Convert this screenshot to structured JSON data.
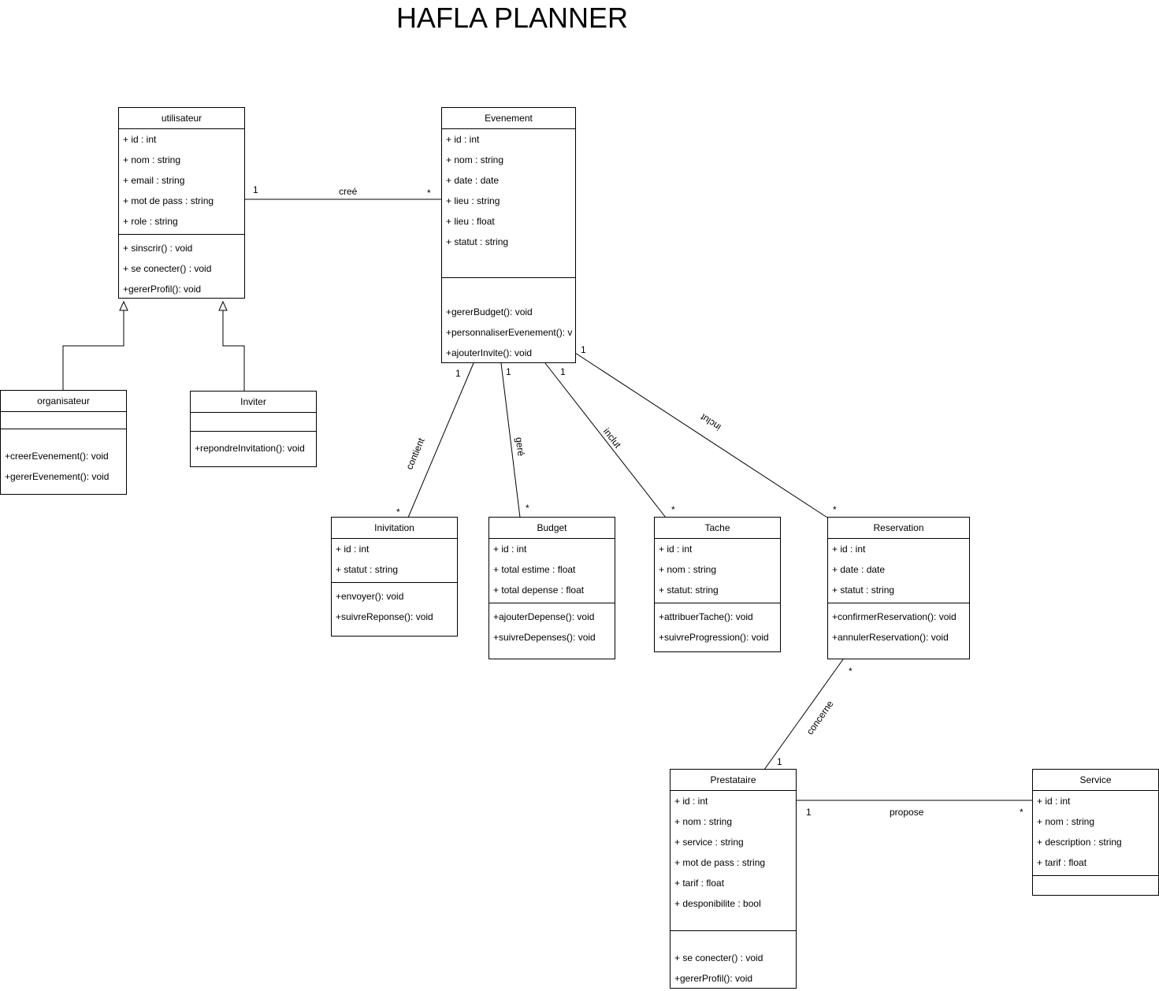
{
  "title": "HAFLA PLANNER",
  "classes": {
    "utilisateur": {
      "name": "utilisateur",
      "attributes": [
        "+ id : int",
        "+ nom : string",
        "+ email : string",
        "+ mot de pass : string",
        "+ role : string"
      ],
      "methods": [
        "+ sinscrir() : void",
        "+ se conecter() : void",
        " +gererProfil(): void"
      ]
    },
    "evenement": {
      "name": "Evenement",
      "attributes": [
        "+ id : int",
        "+ nom : string",
        "+ date : date",
        "+ lieu : string",
        "+ lieu : float",
        "+ statut : string"
      ],
      "methods": [
        "+gererBudget(): void",
        "+personnaliserEvenement(): v",
        "+ajouterInvite(): void"
      ]
    },
    "organisateur": {
      "name": "organisateur",
      "attributes": [],
      "methods": [
        "+creerEvenement(): void",
        "+gererEvenement(): void"
      ]
    },
    "inviter": {
      "name": "Inviter",
      "attributes": [],
      "methods": [
        "+repondreInvitation(): void"
      ]
    },
    "invitation": {
      "name": "Inivitation",
      "attributes": [
        "+ id : int",
        "+ statut : string"
      ],
      "methods": [
        " +envoyer(): void",
        "+suivreReponse(): void"
      ]
    },
    "budget": {
      "name": "Budget",
      "attributes": [
        "+ id : int",
        "+ total estime : float",
        "+ total depense : float"
      ],
      "methods": [
        " +ajouterDepense(): void",
        " +suivreDepenses(): void"
      ]
    },
    "tache": {
      "name": "Tache",
      "attributes": [
        "+ id : int",
        "+ nom : string",
        "+ statut: string"
      ],
      "methods": [
        "+attribuerTache(): void",
        "+suivreProgression(): void"
      ]
    },
    "reservation": {
      "name": "Reservation",
      "attributes": [
        "+ id : int",
        "+ date : date",
        "+ statut : string"
      ],
      "methods": [
        " +confirmerReservation(): void",
        "+annulerReservation(): void"
      ]
    },
    "prestataire": {
      "name": "Prestataire",
      "attributes": [
        "+ id : int",
        "+ nom : string",
        "+ service : string",
        "+ mot de pass : string",
        "+ tarif : float",
        "+ desponibilite : bool"
      ],
      "methods": [
        "+ se conecter() : void",
        " +gererProfil(): void"
      ]
    },
    "service": {
      "name": "Service",
      "attributes": [
        "+ id : int",
        "+ nom : string",
        "+ description : string",
        "+ tarif : float"
      ],
      "methods": []
    }
  },
  "associations": {
    "cree": {
      "label": "creé",
      "m1": "1",
      "m2": "*"
    },
    "contient": {
      "label": "contient",
      "m1": "1",
      "m2": "*"
    },
    "gere": {
      "label": "geré",
      "m1": "1",
      "m2": "*"
    },
    "inclut_tache": {
      "label": "inclut",
      "m1": "1",
      "m2": "*"
    },
    "inclut_reservation": {
      "label": "inclut",
      "m1": "1",
      "m2": "*"
    },
    "concerne": {
      "label": "concerne",
      "m1": "*",
      "m2": "1"
    },
    "propose": {
      "label": "propose",
      "m1": "1",
      "m2": "*"
    }
  }
}
